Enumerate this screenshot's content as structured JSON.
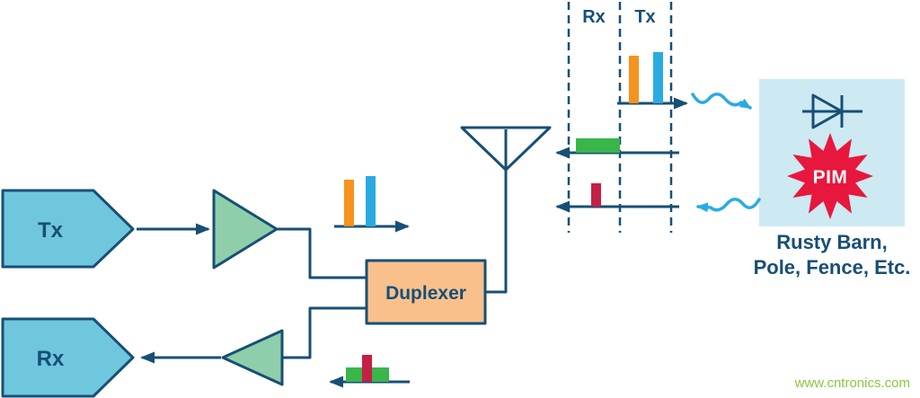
{
  "labels": {
    "tx_block": "Tx",
    "rx_block": "Rx",
    "duplexer": "Duplexer",
    "band_rx_label": "Rx",
    "band_tx_label": "Tx",
    "pim_label": "PIM",
    "caption_line1": "Rusty Barn,",
    "caption_line2": "Pole, Fence, Etc.",
    "watermark": "www.cntronics.com"
  },
  "colors": {
    "navy": "#174f76",
    "block_fill": "#6fc7dd",
    "amp_fill": "#8fceaa",
    "duplexer_fill": "#f9c08c",
    "orange_bar": "#f6921e",
    "blue_bar": "#29abe2",
    "green_bar": "#39b54a",
    "red_bar": "#c51f45",
    "pim_box_fill": "#cde9f2",
    "starburst_fill": "#e8173d",
    "squiggle_arrow": "#29abe2",
    "watermark_green": "#8dc63f"
  }
}
